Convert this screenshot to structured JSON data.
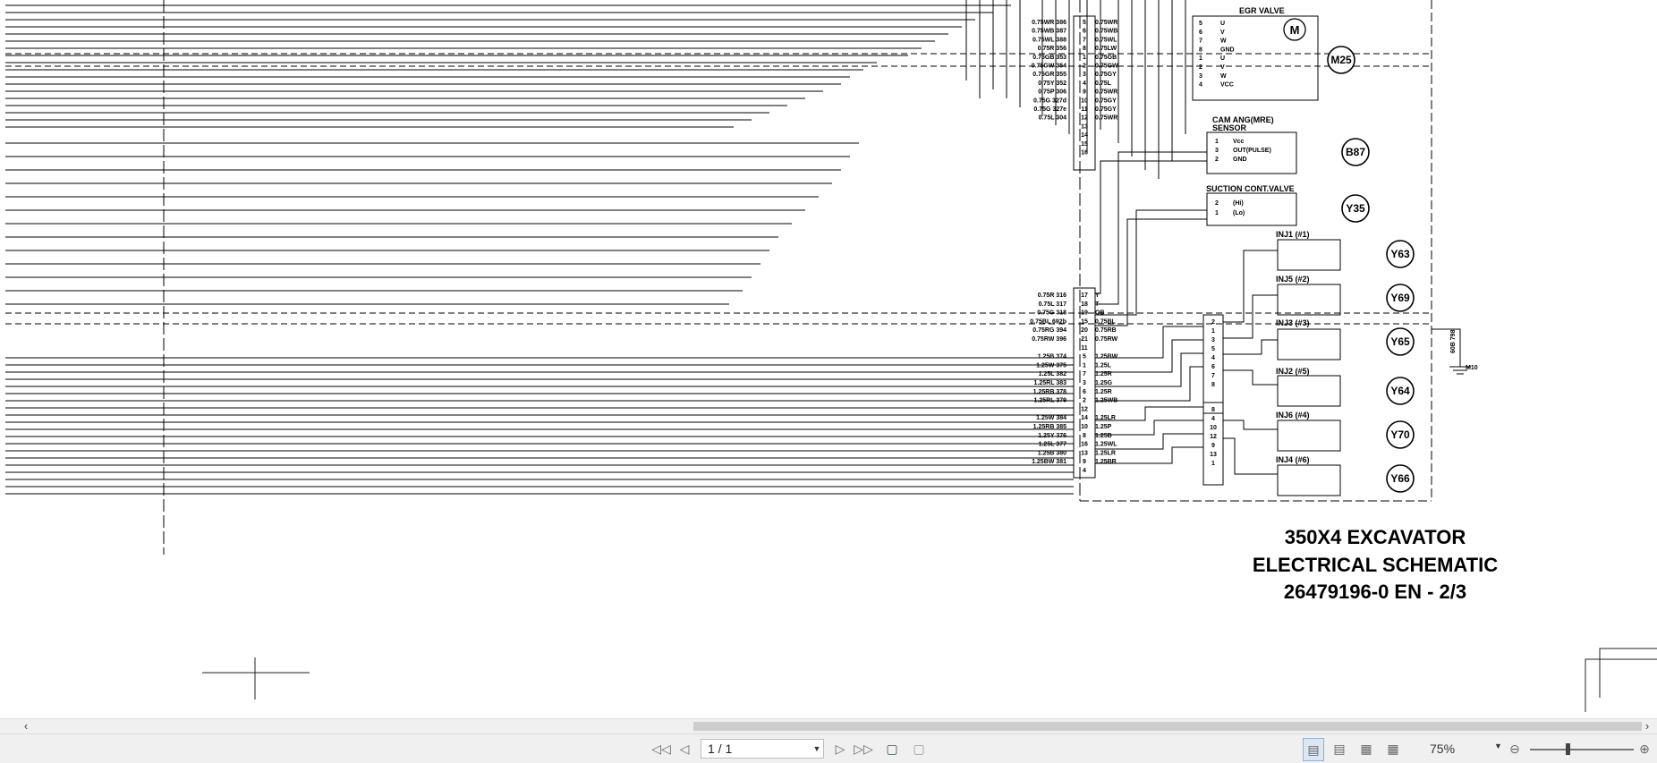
{
  "drawing": {
    "title_line1": "350X4  EXCAVATOR",
    "title_line2": "ELECTRICAL SCHEMATIC",
    "title_line3": "26479196-0 EN - 2/3",
    "egr_valve": "EGR VALVE",
    "egr_pins": [
      "5",
      "6",
      "7",
      "8",
      "1",
      "2",
      "3",
      "4"
    ],
    "egr_signals": [
      "U",
      "V",
      "W",
      "GND",
      "U",
      "V",
      "W",
      "VCC"
    ],
    "m_symbol": "M",
    "cam_label1": "CAM ANG(MRE)",
    "cam_label2": "SENSOR",
    "cam_pins": [
      "1",
      "3",
      "2"
    ],
    "cam_signals": [
      "Vcc",
      "OUT(PULSE)",
      "GND"
    ],
    "suction_label": "SUCTION CONT.VALVE",
    "suction_pins": [
      "2",
      "1"
    ],
    "suction_signals": [
      "(Hi)",
      "(Lo)"
    ],
    "badges": [
      "M25",
      "B87",
      "Y35",
      "Y63",
      "Y69",
      "Y65",
      "Y64",
      "Y70",
      "Y66"
    ],
    "injectors": [
      "INJ1 (#1)",
      "INJ5 (#2)",
      "INJ3 (#3)",
      "INJ2 (#5)",
      "INJ6 (#4)",
      "INJ4 (#6)"
    ],
    "upper_left_wires": [
      "0.75WR 386",
      "0.75WB 387",
      "0.75WL 388",
      "0.75R 356",
      "0.75GB 353",
      "0.75GW 354",
      "0.75GR 355",
      "0.75Y 352",
      "0.75P 306",
      "0.75G 327d",
      "0.75G 327e",
      "0.75L 304"
    ],
    "upper_pins": [
      "5",
      "6",
      "7",
      "8",
      "1",
      "2",
      "3",
      "4",
      "9",
      "10",
      "11",
      "12",
      "13",
      "14",
      "15",
      "16"
    ],
    "upper_right_wires": [
      "0.75WR",
      "0.75WB",
      "0.75WL",
      "0.75LW",
      "0.75GB",
      "0.75GW",
      "0.75GY",
      "0.75L",
      "0.75WR",
      "0.75GY",
      "0.75GY",
      "0.75WR"
    ],
    "lower_left_wires": [
      "0.75R 316",
      "0.75L 317",
      "0.75G 318",
      "0.75BL 692b",
      "0.75RG 394",
      "0.75RW 396",
      "",
      "1.25B 374",
      "1.25W 375",
      "1.25L 382",
      "1.25RL 383",
      "1.25RB 378",
      "1.25RL 379",
      "",
      "1.25W 384",
      "1.25RB 385",
      "1.25Y 376",
      "1.25L 377",
      "1.25B 380",
      "1.25BW 381"
    ],
    "lower_pins": [
      "17",
      "18",
      "19",
      "15",
      "20",
      "21",
      "11",
      "5",
      "1",
      "7",
      "3",
      "6",
      "2",
      "12",
      "14",
      "10",
      "8",
      "16",
      "13",
      "9",
      "4"
    ],
    "lower_right_wires": [
      "Y",
      "T",
      "OB",
      "0.75BL",
      "0.75RB",
      "0.75RW",
      "",
      "1.25BW",
      "1.25L",
      "1.25R",
      "1.25G",
      "1.25R",
      "1.25WB",
      "",
      "1.25LR",
      "1.25P",
      "1.25B",
      "1.25WL",
      "1.25LR",
      "1.25BR"
    ],
    "ground_label": "M10",
    "ground_wire": "60B 798",
    "mid_pins_a": [
      "2",
      "1",
      "3",
      "5",
      "4",
      "6",
      "7",
      "8"
    ],
    "mid_pins_b": [
      "8",
      "4",
      "10",
      "12",
      "9",
      "13",
      "1"
    ]
  },
  "toolbar": {
    "page_value": "1 / 1",
    "zoom_value": "75%"
  },
  "colors": {
    "line": "#000000",
    "toolbar_bg": "#f0f0f0"
  }
}
